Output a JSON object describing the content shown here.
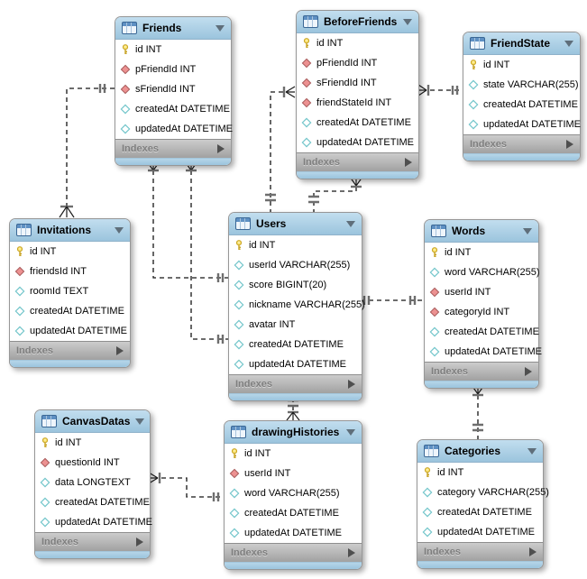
{
  "labels": {
    "indexes": "Indexes"
  },
  "colors": {
    "header_blue": "#9bc4dd",
    "footer_gray": "#a1a1a1",
    "primary_key_yellow": "#f7e06a",
    "foreign_key_red": "#ec9191",
    "attribute_teal": "#74c6cb"
  },
  "tables": [
    {
      "name": "Friends",
      "fields": [
        {
          "icon": "primary-key",
          "label": "id INT"
        },
        {
          "icon": "foreign-key",
          "label": "pFriendId INT"
        },
        {
          "icon": "foreign-key",
          "label": "sFriendId INT"
        },
        {
          "icon": "attribute",
          "label": "createdAt DATETIME"
        },
        {
          "icon": "attribute",
          "label": "updatedAt DATETIME"
        }
      ]
    },
    {
      "name": "BeforeFriends",
      "fields": [
        {
          "icon": "primary-key",
          "label": "id INT"
        },
        {
          "icon": "foreign-key",
          "label": "pFriendId INT"
        },
        {
          "icon": "foreign-key",
          "label": "sFriendId INT"
        },
        {
          "icon": "foreign-key",
          "label": "friendStateId INT"
        },
        {
          "icon": "attribute",
          "label": "createdAt DATETIME"
        },
        {
          "icon": "attribute",
          "label": "updatedAt DATETIME"
        }
      ]
    },
    {
      "name": "FriendState",
      "fields": [
        {
          "icon": "primary-key",
          "label": "id INT"
        },
        {
          "icon": "attribute",
          "label": "state VARCHAR(255)"
        },
        {
          "icon": "attribute",
          "label": "createdAt DATETIME"
        },
        {
          "icon": "attribute",
          "label": "updatedAt DATETIME"
        }
      ]
    },
    {
      "name": "Invitations",
      "fields": [
        {
          "icon": "primary-key",
          "label": "id INT"
        },
        {
          "icon": "foreign-key",
          "label": "friendsId INT"
        },
        {
          "icon": "attribute",
          "label": "roomId TEXT"
        },
        {
          "icon": "attribute",
          "label": "createdAt DATETIME"
        },
        {
          "icon": "attribute",
          "label": "updatedAt DATETIME"
        }
      ]
    },
    {
      "name": "Users",
      "fields": [
        {
          "icon": "primary-key",
          "label": "id INT"
        },
        {
          "icon": "attribute",
          "label": "userId VARCHAR(255)"
        },
        {
          "icon": "attribute",
          "label": "score BIGINT(20)"
        },
        {
          "icon": "attribute",
          "label": "nickname VARCHAR(255)"
        },
        {
          "icon": "attribute",
          "label": "avatar INT"
        },
        {
          "icon": "attribute",
          "label": "createdAt DATETIME"
        },
        {
          "icon": "attribute",
          "label": "updatedAt DATETIME"
        }
      ]
    },
    {
      "name": "Words",
      "fields": [
        {
          "icon": "primary-key",
          "label": "id INT"
        },
        {
          "icon": "attribute",
          "label": "word VARCHAR(255)"
        },
        {
          "icon": "foreign-key",
          "label": "userId INT"
        },
        {
          "icon": "foreign-key",
          "label": "categoryId INT"
        },
        {
          "icon": "attribute",
          "label": "createdAt DATETIME"
        },
        {
          "icon": "attribute",
          "label": "updatedAt DATETIME"
        }
      ]
    },
    {
      "name": "CanvasDatas",
      "fields": [
        {
          "icon": "primary-key",
          "label": "id INT"
        },
        {
          "icon": "foreign-key",
          "label": "questionId INT"
        },
        {
          "icon": "attribute",
          "label": "data LONGTEXT"
        },
        {
          "icon": "attribute",
          "label": "createdAt DATETIME"
        },
        {
          "icon": "attribute",
          "label": "updatedAt DATETIME"
        }
      ]
    },
    {
      "name": "drawingHistories",
      "fields": [
        {
          "icon": "primary-key",
          "label": "id INT"
        },
        {
          "icon": "foreign-key",
          "label": "userId INT"
        },
        {
          "icon": "attribute",
          "label": "word VARCHAR(255)"
        },
        {
          "icon": "attribute",
          "label": "createdAt DATETIME"
        },
        {
          "icon": "attribute",
          "label": "updatedAt DATETIME"
        }
      ]
    },
    {
      "name": "Categories",
      "fields": [
        {
          "icon": "primary-key",
          "label": "id INT"
        },
        {
          "icon": "attribute",
          "label": "category VARCHAR(255)"
        },
        {
          "icon": "attribute",
          "label": "createdAt DATETIME"
        },
        {
          "icon": "attribute",
          "label": "updatedAt DATETIME"
        }
      ]
    }
  ],
  "relationships": [
    {
      "from": "Invitations",
      "to": "Friends",
      "type": "many-to-one"
    },
    {
      "from": "Friends",
      "to": "Users",
      "type": "many-to-one"
    },
    {
      "from": "Friends",
      "to": "Users",
      "type": "many-to-one"
    },
    {
      "from": "BeforeFriends",
      "to": "Users",
      "type": "many-to-one"
    },
    {
      "from": "BeforeFriends",
      "to": "Users",
      "type": "many-to-one"
    },
    {
      "from": "BeforeFriends",
      "to": "FriendState",
      "type": "many-to-one"
    },
    {
      "from": "Users",
      "to": "Words",
      "type": "one-to-one"
    },
    {
      "from": "drawingHistories",
      "to": "Users",
      "type": "many-to-one"
    },
    {
      "from": "Words",
      "to": "Categories",
      "type": "many-to-one"
    },
    {
      "from": "CanvasDatas",
      "to": "drawingHistories",
      "type": "many-to-one"
    }
  ]
}
